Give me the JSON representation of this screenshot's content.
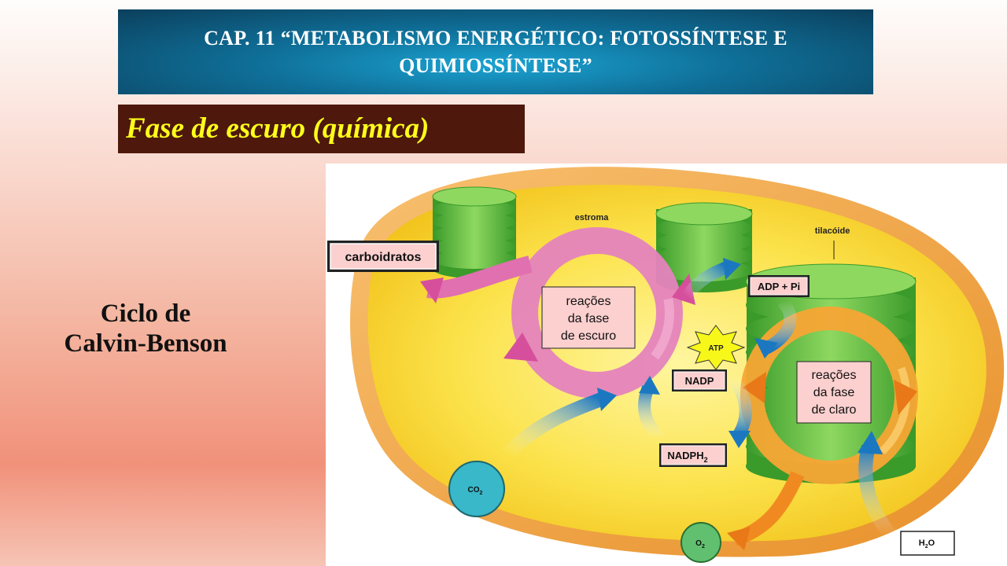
{
  "slide": {
    "title_line1": "CAP. 11 “METABOLISMO ENERGÉTICO: FOTOSSÍNTESE E",
    "title_line2": "QUIMIOSSÍNTESE”",
    "subtitle": "Fase de escuro (química)",
    "side_line1": "Ciclo de",
    "side_line2": "Calvin-Benson"
  },
  "diagram": {
    "estroma": "estroma",
    "tilacoide": "tilacóide",
    "carboidratos": "carboidratos",
    "escuro_1": "reações",
    "escuro_2": "da fase",
    "escuro_3": "de escuro",
    "claro_1": "reações",
    "claro_2": "da fase",
    "claro_3": "de claro",
    "adp": "ADP + Pi",
    "atp": "ATP",
    "nadp": "NADP",
    "nadph": "NADPH",
    "nadph_sub": "2",
    "co2": "CO",
    "co2_sub": "2",
    "o2": "O",
    "o2_sub": "2",
    "h2o_h": "H",
    "h2o_sub": "2",
    "h2o_o": "O"
  },
  "colors": {
    "title_bg": "#0f6f98",
    "subtitle_bg": "#4e180c",
    "subtitle_text": "#ffff1a",
    "stroma": "#f7da3a",
    "thylakoid": "#5fbf3a",
    "dark_cycle": "#e070b0",
    "light_cycle": "#f08a20",
    "label_box": "#fbd0cf"
  }
}
